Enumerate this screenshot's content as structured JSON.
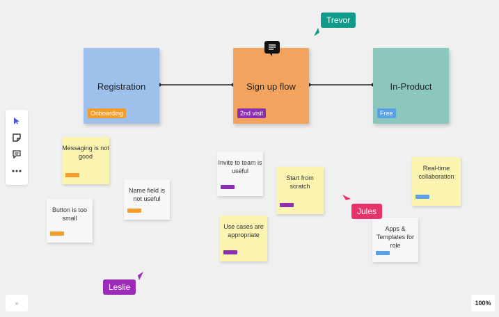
{
  "stickies": {
    "registration": {
      "label": "Registration",
      "tag": "Onboarding",
      "color": "#9ec1ec",
      "tag_color": "#f39c2b"
    },
    "signup": {
      "label": "Sign up flow",
      "tag": "2nd visit",
      "color": "#f2a45f",
      "tag_color": "#8c2eb0"
    },
    "inproduct": {
      "label": "In-Product",
      "tag": "Free",
      "color": "#8cc7bd",
      "tag_color": "#5aa0e6"
    }
  },
  "notes": {
    "messaging": "Messaging is not good",
    "button_small": "Button is too small",
    "name_field": "Name field is not useful",
    "invite_team": "Invite to team is useful",
    "use_cases": "Use cases are appropriate",
    "start_scratch": "Start from scratch",
    "realtime": "Real-time collaboration",
    "apps_templates": "Apps & Templates for role"
  },
  "cursors": {
    "trevor": {
      "name": "Trevor",
      "color": "#0f9a8a"
    },
    "jules": {
      "name": "Jules",
      "color": "#e8336a"
    },
    "leslie": {
      "name": "Leslie",
      "color": "#9c2bb8"
    }
  },
  "toolbar": {
    "tools": [
      "pointer-tool",
      "sticky-note-tool",
      "comment-tool",
      "more-tool"
    ]
  },
  "footer": {
    "expand": "»",
    "zoom": "100%"
  },
  "colors": {
    "note_yellow": "#fbf5b1",
    "note_white": "#f7f7f7",
    "strip_orange": "#f39c2b",
    "strip_purple": "#8c2eb0",
    "strip_blue": "#5aa0e6"
  }
}
